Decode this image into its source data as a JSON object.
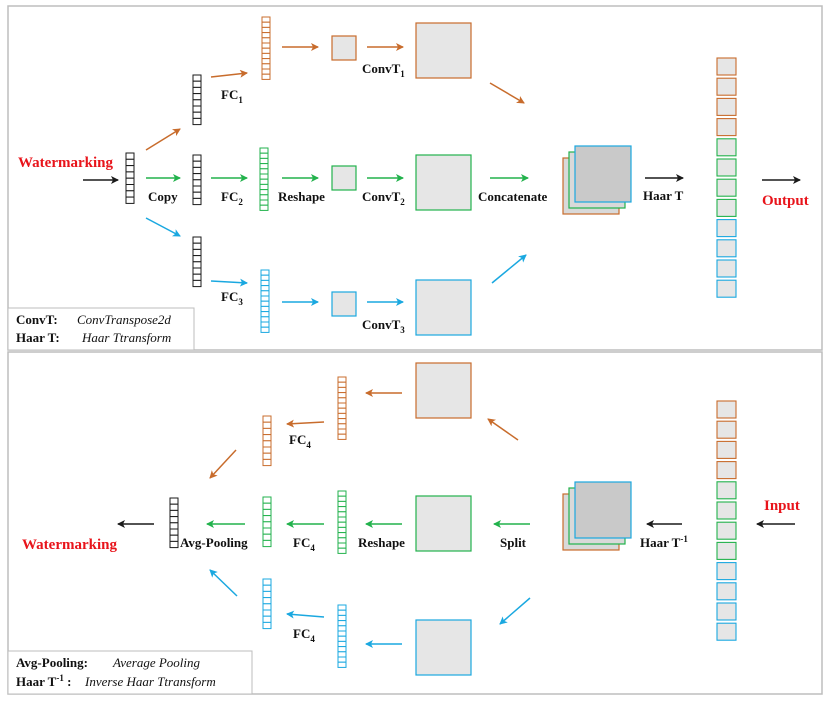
{
  "colors": {
    "orange": "#c86c2c",
    "green": "#22b24c",
    "blue": "#1aa8e0",
    "black": "#1a1a1a",
    "red_text": "#e8141b",
    "box_fill": "#e6e6e6",
    "stack_dark": "#c9c9c9",
    "panel_border": "#bdbdbd"
  },
  "top": {
    "input_label": "Watermarking",
    "copy_label": "Copy",
    "fc1_main": "FC",
    "fc1_sub": "1",
    "fc2_main": "FC",
    "fc2_sub": "2",
    "fc3_main": "FC",
    "fc3_sub": "3",
    "reshape_label": "Reshape",
    "convt1_main": "ConvT",
    "convt1_sub": "1",
    "convt2_main": "ConvT",
    "convt2_sub": "2",
    "convt3_main": "ConvT",
    "convt3_sub": "3",
    "concat_label": "Concatenate",
    "haar_label": "Haar T",
    "output_label": "Output",
    "legend": {
      "k1": "ConvT:",
      "v1": "ConvTranspose2d",
      "k2": "Haar T:",
      "v2": "Haar Ttransform"
    }
  },
  "bottom": {
    "input_label": "Input",
    "haar_inv_main": "Haar T",
    "haar_inv_sup": "-1",
    "split_label": "Split",
    "reshape_label": "Reshape",
    "fc4a_main": "FC",
    "fc4a_sub": "4",
    "fc4b_main": "FC",
    "fc4b_sub": "4",
    "fc4c_main": "FC",
    "fc4c_sub": "4",
    "avgpool_label": "Avg-Pooling",
    "output_label": "Watermarking",
    "legend": {
      "k1": "Avg-Pooling:",
      "v1": "Average Pooling",
      "k2_main": "Haar T",
      "k2_sup": "-1",
      "k2_colon": " :",
      "v2": "Inverse Haar Ttransform"
    }
  }
}
